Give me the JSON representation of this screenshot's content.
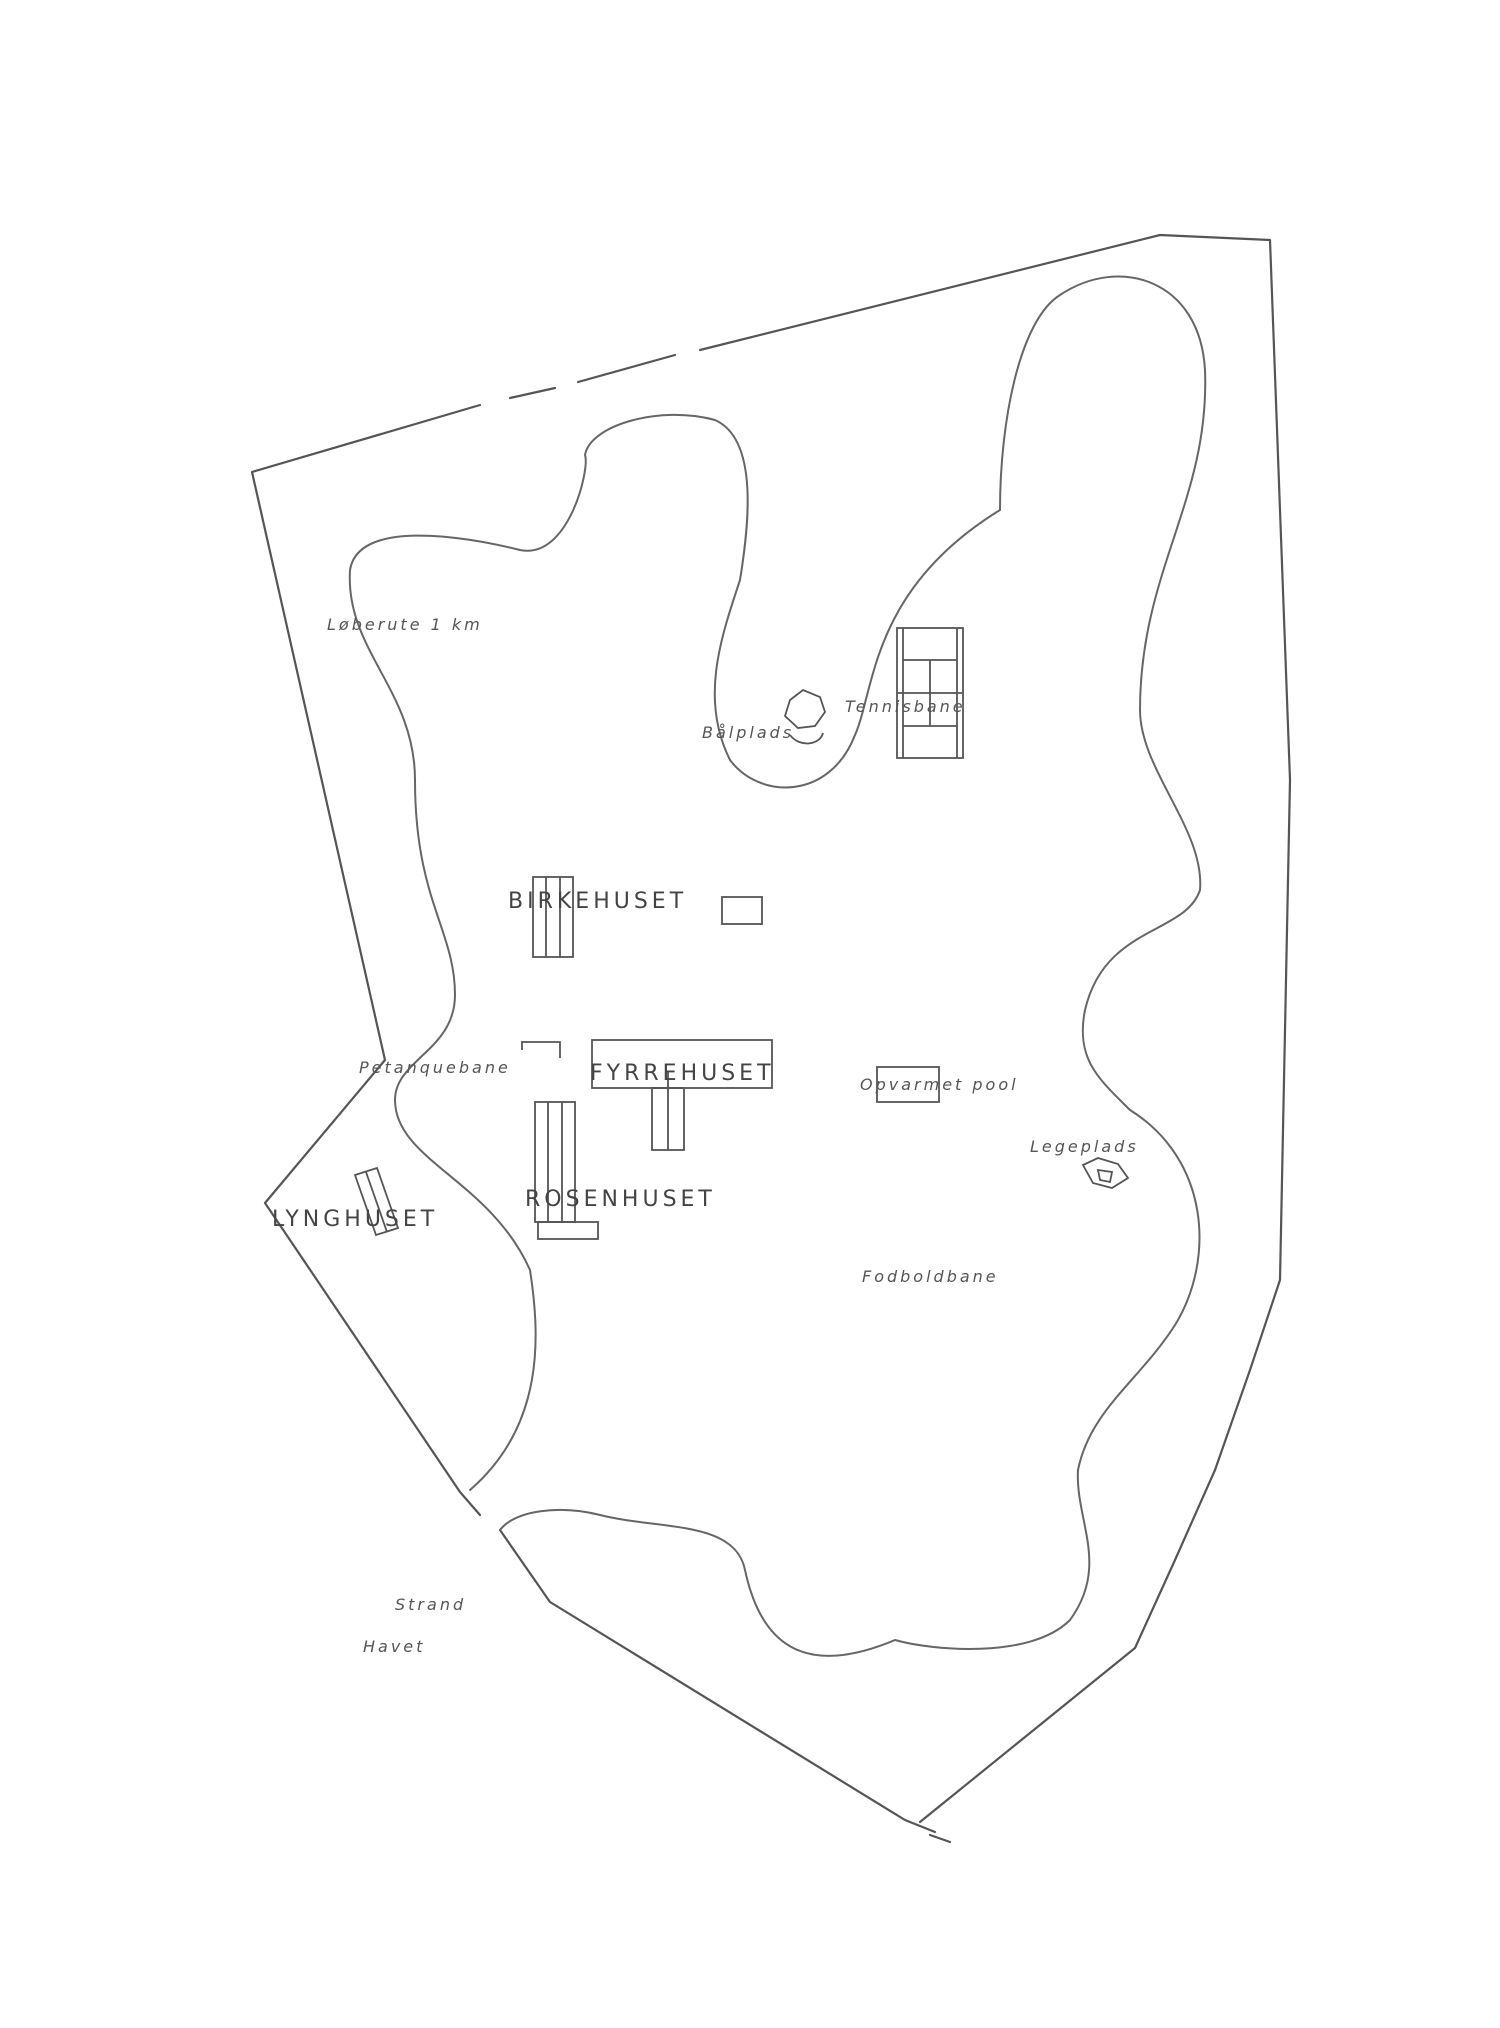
{
  "map": {
    "houses": {
      "birkehuset": "BIRKEHUSET",
      "fyrrehuset": "FYRREHUSET",
      "rosenhuset": "ROSENHUSET",
      "lynghuset": "LYNGHUSET"
    },
    "places": {
      "loberute": "Løberute 1 km",
      "tennisbane": "Tennisbane",
      "balplads": "Bålplads",
      "petanquebane": "Petanquebane",
      "opvarmet_pool": "Opvarmet pool",
      "legeplads": "Legeplads",
      "fodboldbane": "Fodboldbane",
      "strand": "Strand",
      "havet": "Havet"
    }
  }
}
